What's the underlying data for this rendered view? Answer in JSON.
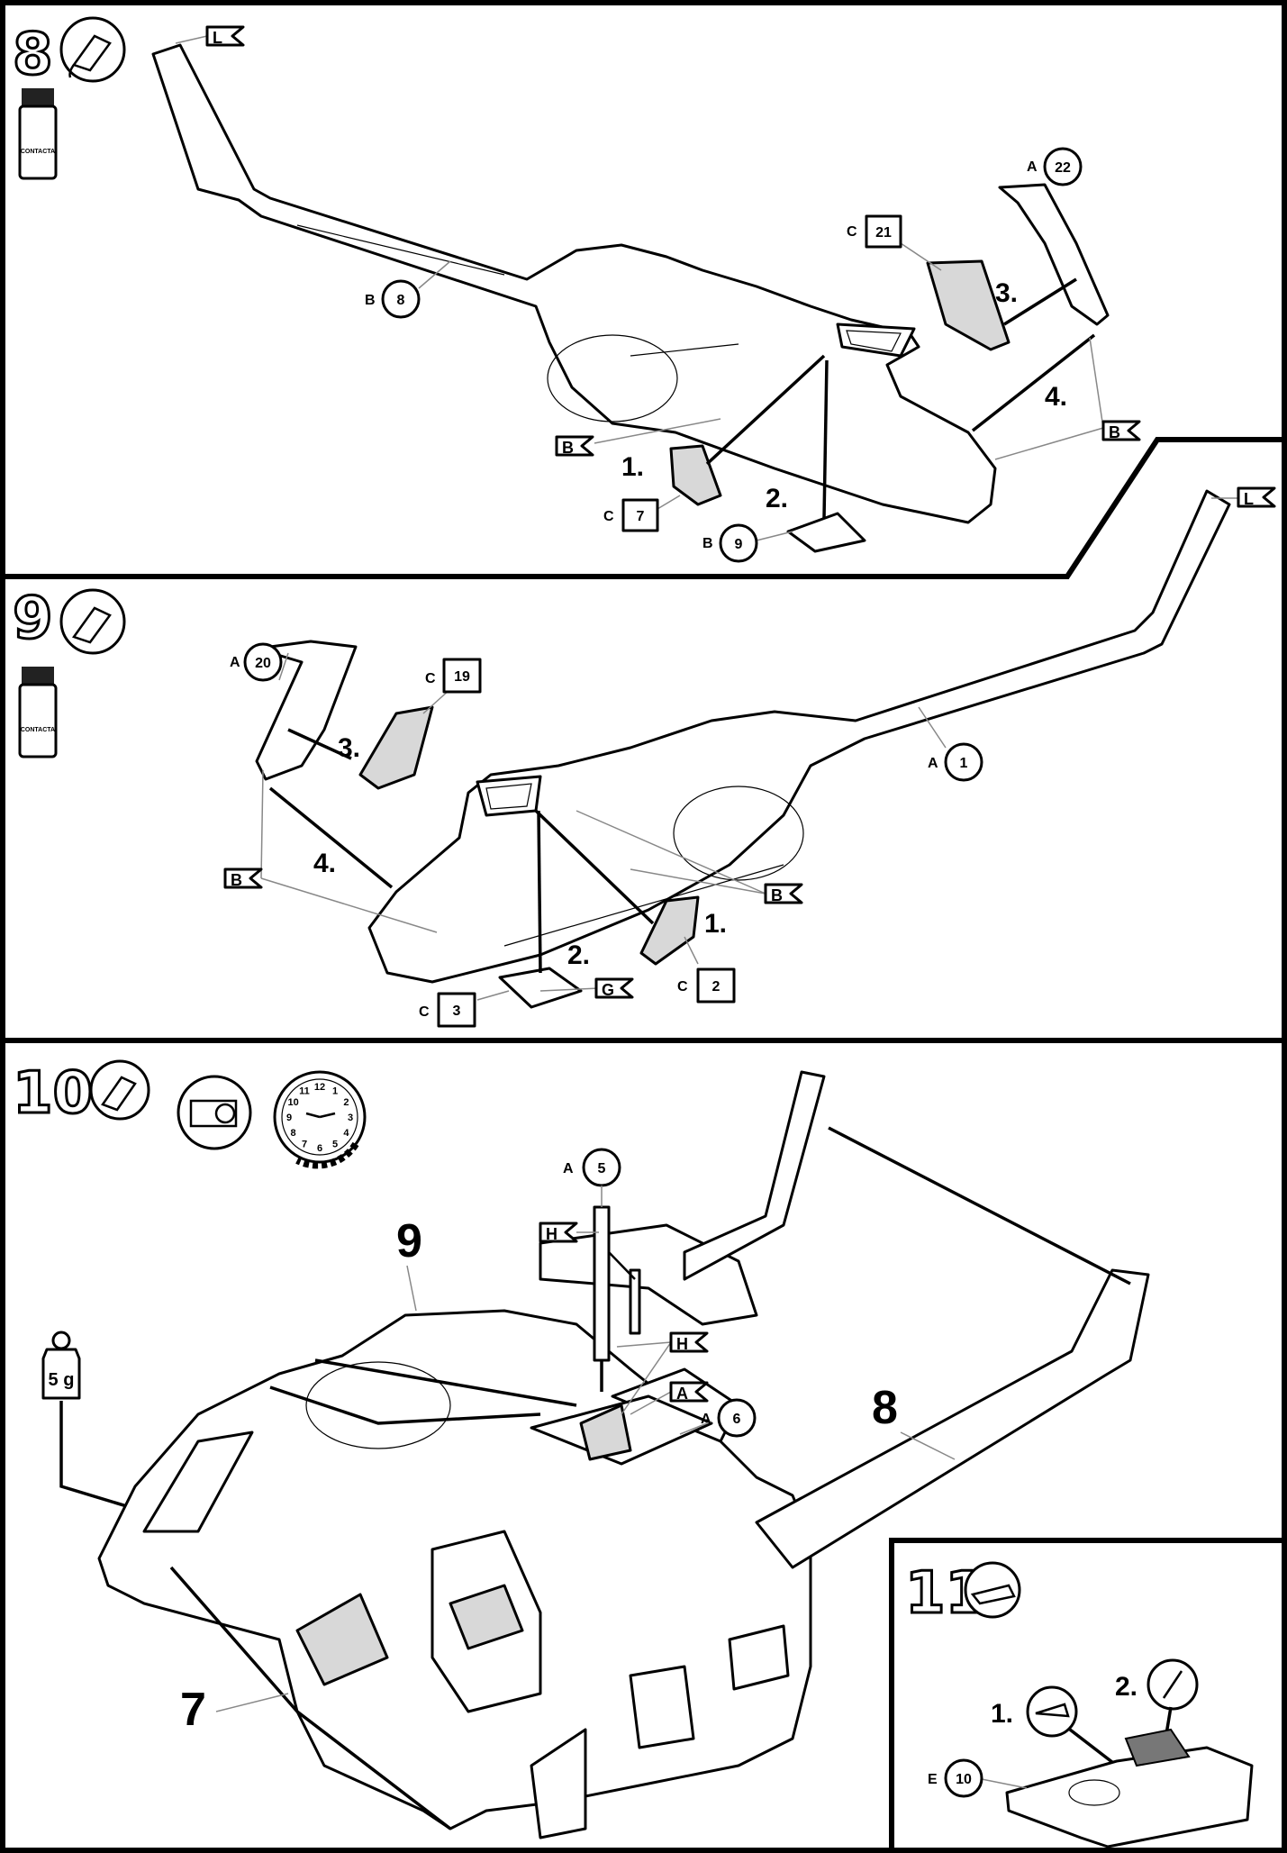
{
  "steps": {
    "s8": "8",
    "s9": "9",
    "s10": "10",
    "s11": "11"
  },
  "glue_jar_label": "CONTACTA",
  "step8": {
    "flag_l": "L",
    "flag_b1": "B",
    "flag_b2": "B",
    "parts": [
      {
        "sprue": "A",
        "num": "22",
        "shape": "circle"
      },
      {
        "sprue": "C",
        "num": "21",
        "shape": "square"
      },
      {
        "sprue": "B",
        "num": "8",
        "shape": "circle"
      },
      {
        "sprue": "C",
        "num": "7",
        "shape": "square"
      },
      {
        "sprue": "B",
        "num": "9",
        "shape": "circle"
      }
    ],
    "order": [
      "1.",
      "2.",
      "3.",
      "4."
    ]
  },
  "step9": {
    "flag_l": "L",
    "flag_b1": "B",
    "flag_b2": "B",
    "flag_g": "G",
    "parts": [
      {
        "sprue": "A",
        "num": "20",
        "shape": "circle"
      },
      {
        "sprue": "C",
        "num": "19",
        "shape": "square"
      },
      {
        "sprue": "A",
        "num": "1",
        "shape": "circle"
      },
      {
        "sprue": "C",
        "num": "2",
        "shape": "square"
      },
      {
        "sprue": "C",
        "num": "3",
        "shape": "square"
      }
    ],
    "order": [
      "1.",
      "2.",
      "3.",
      "4."
    ]
  },
  "step10": {
    "part5": {
      "sprue": "A",
      "num": "5"
    },
    "part6": {
      "sprue": "A",
      "num": "6"
    },
    "flag_h1": "H",
    "flag_h2": "H",
    "flag_a": "A",
    "weight": "5 g",
    "sub9": "9",
    "sub8": "8",
    "sub7": "7",
    "clock_numbers": [
      "12",
      "1",
      "2",
      "3",
      "4",
      "5",
      "6",
      "7",
      "8",
      "9",
      "10",
      "11"
    ]
  },
  "step11": {
    "part10": {
      "sprue": "E",
      "num": "10"
    },
    "order": [
      "1.",
      "2."
    ]
  }
}
